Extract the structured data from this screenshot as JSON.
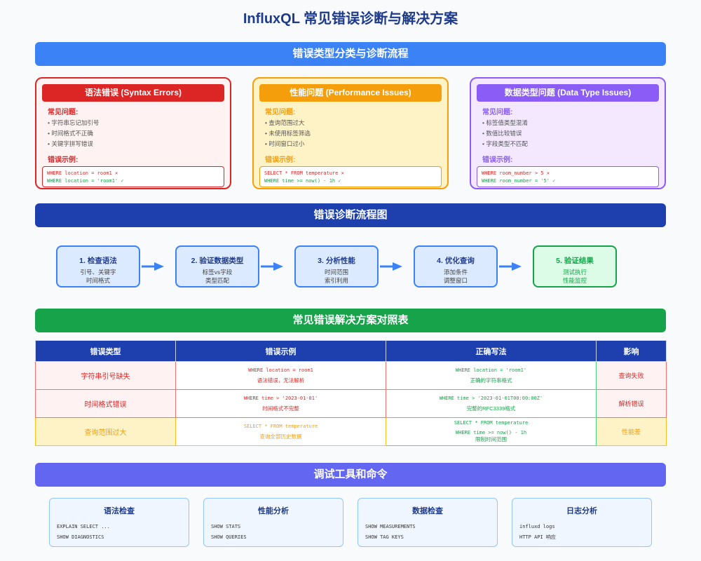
{
  "title": "InfluxQL 常见错误诊断与解决方案",
  "sections": {
    "classify": "错误类型分类与诊断流程",
    "flow": "错误诊断流程图",
    "table": "常见错误解决方案对照表",
    "tools": "调试工具和命令"
  },
  "colors": {
    "classify": "#3b82f6",
    "flow": "#1e40af",
    "table": "#16a34a",
    "tools": "#6366f1"
  },
  "cards": [
    {
      "title": "语法错误 (Syntax Errors)",
      "issues_label": "常见问题:",
      "issues": [
        "字符串忘记加引号",
        "时间格式不正确",
        "关键字拼写错误"
      ],
      "example_label": "错误示例:",
      "bad": "WHERE location = room1",
      "good": "WHERE location = 'room1' ✓",
      "bad_mark": "✕",
      "color": "#dc2626"
    },
    {
      "title": "性能问题 (Performance Issues)",
      "issues_label": "常见问题:",
      "issues": [
        "查询范围过大",
        "未使用标签筛选",
        "时间窗口过小"
      ],
      "example_label": "错误示例:",
      "bad": "SELECT * FROM temperature",
      "good": "WHERE time >= now() - 1h ✓",
      "bad_mark": "✕",
      "color": "#f59e0b"
    },
    {
      "title": "数据类型问题 (Data Type Issues)",
      "issues_label": "常见问题:",
      "issues": [
        "标签值类型混淆",
        "数值比较错误",
        "字段类型不匹配"
      ],
      "example_label": "错误示例:",
      "bad": "WHERE room_number > 5",
      "good": "WHERE room_number = '5' ✓",
      "bad_mark": "✕",
      "color": "#8b5cf6"
    }
  ],
  "steps": [
    {
      "title": "1. 检查语法",
      "l1": "引号、关键字",
      "l2": "时间格式"
    },
    {
      "title": "2. 验证数据类型",
      "l1": "标签vs字段",
      "l2": "类型匹配"
    },
    {
      "title": "3. 分析性能",
      "l1": "时间范围",
      "l2": "索引利用"
    },
    {
      "title": "4. 优化查询",
      "l1": "添加条件",
      "l2": "调整窗口"
    },
    {
      "title": "5. 验证结果",
      "l1": "测试执行",
      "l2": "性能监控"
    }
  ],
  "table": {
    "headers": [
      "错误类型",
      "错误示例",
      "正确写法",
      "影响"
    ],
    "rows": [
      {
        "type": "字符串引号缺失",
        "bad": "WHERE location = room1",
        "bad_note": "语法错误，无法解析",
        "good": "WHERE location = 'room1'",
        "good2": "",
        "good_note": "正确的字符串格式",
        "impact": "查询失败"
      },
      {
        "type": "时间格式错误",
        "bad": "WHERE time > '2023-01-01'",
        "bad_note": "时间格式不完整",
        "good": "WHERE time > '2023-01-01T00:00:00Z'",
        "good2": "",
        "good_note": "完整的RFC3339格式",
        "impact": "解析错误"
      },
      {
        "type": "查询范围过大",
        "bad": "SELECT * FROM temperature",
        "bad_note": "查询全部历史数据",
        "good": "SELECT * FROM temperature",
        "good2": "WHERE time >= now() - 1h",
        "good_note": "限制时间范围",
        "impact": "性能差"
      }
    ]
  },
  "tools": [
    {
      "title": "语法检查",
      "cmds": [
        "EXPLAIN SELECT ...",
        "SHOW DIAGNOSTICS"
      ]
    },
    {
      "title": "性能分析",
      "cmds": [
        "SHOW STATS",
        "SHOW QUERIES"
      ]
    },
    {
      "title": "数据检查",
      "cmds": [
        "SHOW MEASUREMENTS",
        "SHOW TAG KEYS"
      ]
    },
    {
      "title": "日志分析",
      "cmds": [
        "influxd logs",
        "HTTP API 响应"
      ]
    }
  ]
}
